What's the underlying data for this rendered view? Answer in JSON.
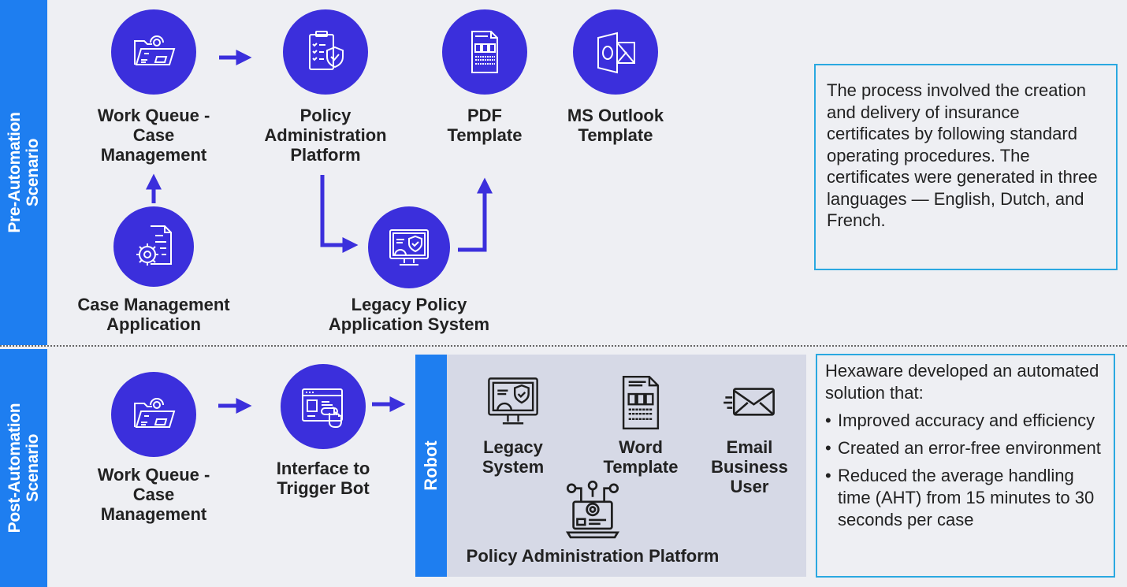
{
  "sections": {
    "pre": {
      "label_line1": "Pre-Automation",
      "label_line2": "Scenario"
    },
    "post": {
      "label_line1": "Post-Automation",
      "label_line2": "Scenario"
    }
  },
  "pre_nodes": [
    {
      "line1": "Work Queue -",
      "line2": "Case",
      "line3": "Management",
      "icon": "folder-gear-icon"
    },
    {
      "line1": "Policy",
      "line2": "Administration",
      "line3": "Platform",
      "icon": "clipboard-shield-icon"
    },
    {
      "line1": "PDF",
      "line2": "Template",
      "icon": "document-template-icon"
    },
    {
      "line1": "MS Outlook",
      "line2": "Template",
      "icon": "outlook-icon"
    },
    {
      "line1": "Case Management",
      "line2": "Application",
      "icon": "document-gear-icon"
    },
    {
      "line1": "Legacy Policy",
      "line2": "Application System",
      "icon": "monitor-shield-icon"
    }
  ],
  "pre_info": {
    "text": "The process involved the creation and delivery of insurance certificates by following standard operating procedures. The certificates were generated in three languages — English, Dutch, and French."
  },
  "post_nodes": [
    {
      "line1": "Work Queue -",
      "line2": "Case",
      "line3": "Management",
      "icon": "folder-gear-icon"
    },
    {
      "line1": "Interface to",
      "line2": "Trigger Bot",
      "icon": "browser-click-icon"
    }
  ],
  "robot": {
    "label": "Robot",
    "nodes": [
      {
        "line1": "Legacy",
        "line2": "System",
        "icon": "monitor-shield-icon"
      },
      {
        "line1": "Word",
        "line2": "Template",
        "icon": "document-template-icon"
      },
      {
        "line1": "Email",
        "line2": "Business",
        "line3": "User",
        "icon": "email-icon"
      },
      {
        "line1": "Policy Administration Platform",
        "icon": "laptop-gear-network-icon"
      }
    ]
  },
  "post_info": {
    "intro": "Hexaware developed an automated solution that:",
    "bullets": [
      "Improved accuracy and efficiency",
      "Created an error-free environment",
      "Reduced the average handling time (AHT) from 15 minutes to 30 seconds per case"
    ]
  },
  "colors": {
    "band": "#1e7ef0",
    "node": "#3b2fdc",
    "arrow": "#3b2fdc",
    "box_border": "#2aa8e0",
    "robot_panel": "#d6d9e6",
    "background": "#eeeff3"
  }
}
